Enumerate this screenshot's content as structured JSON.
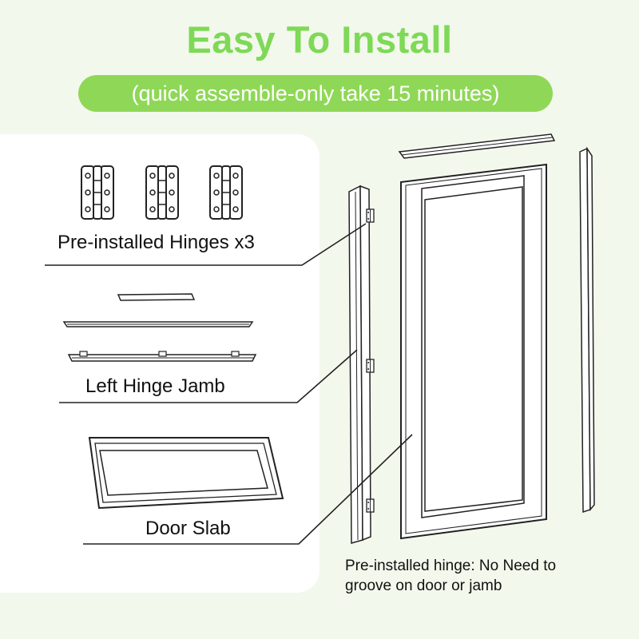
{
  "header": {
    "title": "Easy To Install",
    "subtitle": "(quick assemble-only take 15 minutes)"
  },
  "parts": {
    "hinges_label": "Pre-installed Hinges x3",
    "jamb_label": "Left Hinge Jamb",
    "slab_label": "Door Slab"
  },
  "note": {
    "line1": "Pre-installed hinge: No Need to",
    "line2": "groove on door or jamb"
  },
  "colors": {
    "accent_green": "#7ed957",
    "pill_green": "#8fd857",
    "background": "#f3f8ec"
  }
}
